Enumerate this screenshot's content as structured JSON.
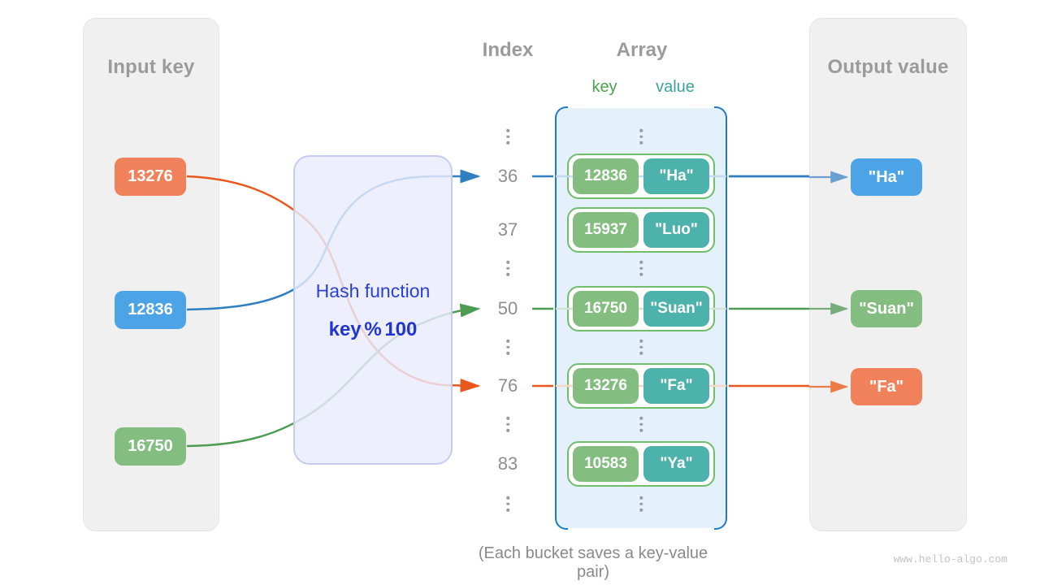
{
  "diagram": {
    "caption": "(Each bucket saves a key-value pair)",
    "watermark": "www.hello-algo.com"
  },
  "colors": {
    "box_orange": "#F0815A",
    "box_blue": "#4CA3E5",
    "box_green": "#84BD80",
    "box_teal": "#4EB2AC",
    "arrow_orange": "#E8571C",
    "arrow_blue": "#2E7EC1",
    "arrow_green": "#4E9B52",
    "hash_text_blue": "#2A41D8",
    "panel_gray": "#F0F0F0",
    "array_fill": "#E4F0FB",
    "array_bracket_blue": "#1E7AC5",
    "pair_border_green": "#70BD6C"
  },
  "input_panel": {
    "title": "Input key",
    "keys": [
      {
        "label": "13276"
      },
      {
        "label": "12836"
      },
      {
        "label": "16750"
      }
    ]
  },
  "hash_function": {
    "title": "Hash function",
    "formula": "key % 100"
  },
  "index_column": {
    "title": "Index",
    "rows": [
      "⋮",
      "36",
      "37",
      "⋮",
      "50",
      "⋮",
      "76",
      "⋮",
      "83",
      "⋮"
    ]
  },
  "array_panel": {
    "title": "Array",
    "key_header": "key",
    "value_header": "value",
    "pairs": [
      {
        "key": "12836",
        "value": "\"Ha\""
      },
      {
        "key": "15937",
        "value": "\"Luo\""
      },
      {
        "key": "16750",
        "value": "\"Suan\""
      },
      {
        "key": "13276",
        "value": "\"Fa\""
      },
      {
        "key": "10583",
        "value": "\"Ya\""
      }
    ]
  },
  "output_panel": {
    "title": "Output value",
    "values": [
      {
        "label": "\"Ha\""
      },
      {
        "label": "\"Suan\""
      },
      {
        "label": "\"Fa\""
      }
    ]
  }
}
